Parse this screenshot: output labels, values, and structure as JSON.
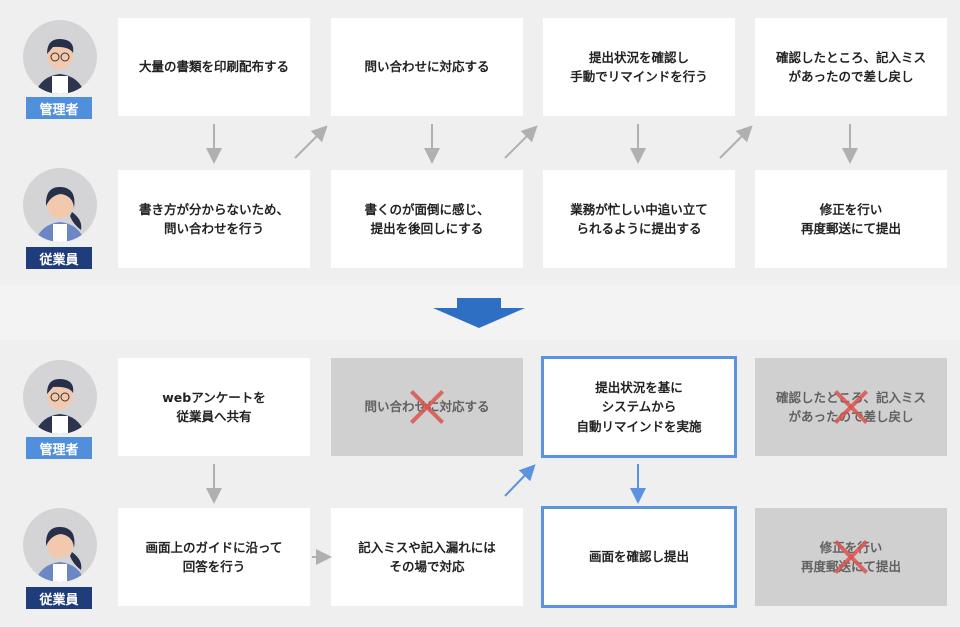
{
  "roles": {
    "manager": "管理者",
    "employee": "従業員"
  },
  "before": {
    "manager": [
      "大量の書類を印刷配布する",
      "問い合わせに対応する",
      "提出状況を確認し\n手動でリマインドを行う",
      "確認したところ、記入ミス\nがあったので差し戻し"
    ],
    "employee": [
      "書き方が分からないため、\n問い合わせを行う",
      "書くのが面倒に感じ、\n提出を後回しにする",
      "業務が忙しい中追い立て\nられるように提出する",
      "修正を行い\n再度郵送にて提出"
    ]
  },
  "after": {
    "manager": [
      "webアンケートを\n従業員へ共有",
      "問い合わせに対応する",
      "提出状況を基に\nシステムから\n自動リマインドを実施",
      "確認したところ、記入ミス\nがあったので差し戻し"
    ],
    "employee": [
      "画面上のガイドに沿って\n回答を行う",
      "記入ミスや記入漏れには\nその場で対応",
      "画面を確認し提出",
      "修正を行い\n再度郵送にて提出"
    ]
  },
  "colors": {
    "accent": "#5b93e0",
    "manager_label": "#4f8fdc",
    "employee_label": "#1f3d7a",
    "cross": "#d9534f",
    "arrow_down": "#2e6fc4"
  }
}
